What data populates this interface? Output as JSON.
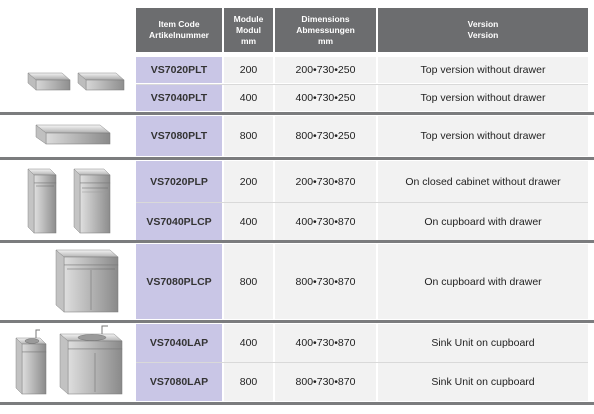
{
  "header": {
    "item_code": "Item Code",
    "item_code_de": "Artikelnummer",
    "module": "Module",
    "module_de": "Modul",
    "module_unit": "mm",
    "dimensions": "Dimensions",
    "dimensions_de": "Abmessungen",
    "dimensions_unit": "mm",
    "version": "Version",
    "version_de": "Version"
  },
  "rows": [
    {
      "code": "VS7020PLT",
      "module": "200",
      "dims": "200•730•250",
      "version": "Top version without drawer"
    },
    {
      "code": "VS7040PLT",
      "module": "400",
      "dims": "400•730•250",
      "version": "Top version without drawer"
    },
    {
      "code": "VS7080PLT",
      "module": "800",
      "dims": "800•730•250",
      "version": "Top version without drawer"
    },
    {
      "code": "VS7020PLP",
      "module": "200",
      "dims": "200•730•870",
      "version": "On closed cabinet without drawer"
    },
    {
      "code": "VS7040PLCP",
      "module": "400",
      "dims": "400•730•870",
      "version": "On cupboard with drawer"
    },
    {
      "code": "VS7080PLCP",
      "module": "800",
      "dims": "800•730•870",
      "version": "On cupboard with drawer"
    },
    {
      "code": "VS7040LAP",
      "module": "400",
      "dims": "400•730•870",
      "version": "Sink Unit on cupboard"
    },
    {
      "code": "VS7080LAP",
      "module": "800",
      "dims": "800•730•870",
      "version": "Sink Unit on cupboard"
    }
  ],
  "images": [
    {
      "icon": "steel-countertop-units-small-image"
    },
    {
      "icon": "steel-countertop-unit-wide-image"
    },
    {
      "icon": "steel-cabinet-units-image"
    },
    {
      "icon": "steel-cupboard-unit-wide-image"
    },
    {
      "icon": "steel-sink-units-image"
    }
  ]
}
